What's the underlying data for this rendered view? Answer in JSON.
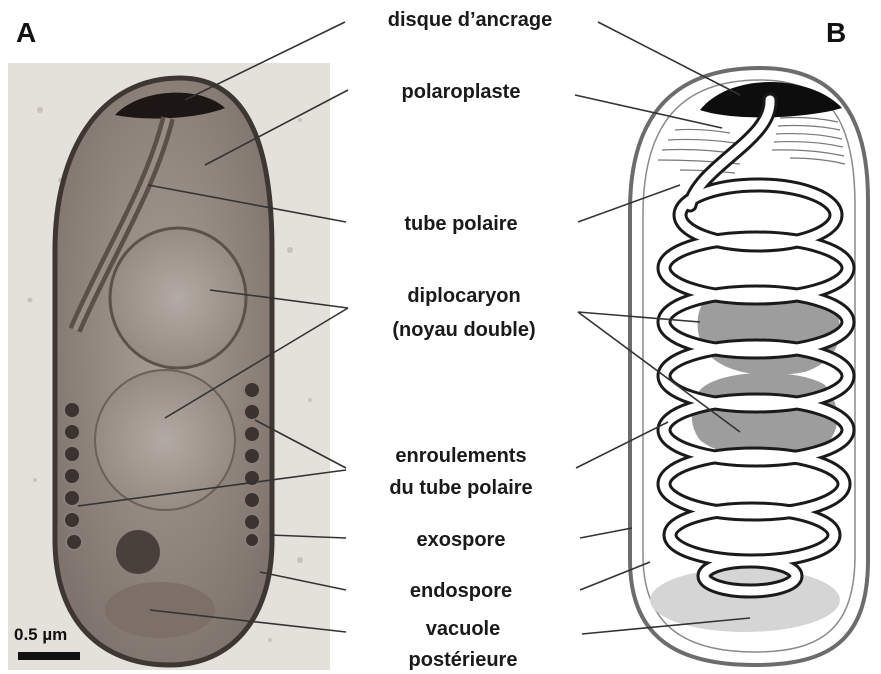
{
  "panels": {
    "a": "A",
    "b": "B"
  },
  "scale_bar": "0.5 µm",
  "labels": {
    "anchoring_disc": "disque d’ancrage",
    "polaroplast": "polaroplaste",
    "polar_tube": "tube polaire",
    "diplokaryon_1": "diplocaryon",
    "diplokaryon_2": "(noyau double)",
    "coils_1": "enroulements",
    "coils_2": "du tube polaire",
    "exospore": "exospore",
    "endospore": "endospore",
    "vacuole_1": "vacuole",
    "vacuole_2": "postérieure"
  }
}
